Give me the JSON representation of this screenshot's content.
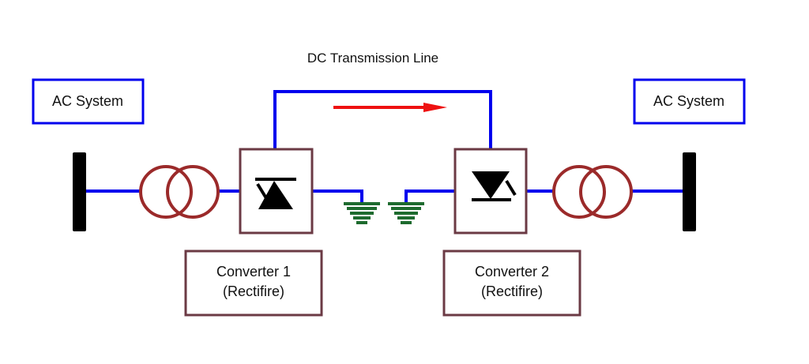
{
  "title": "DC Transmission Line",
  "ac_left": {
    "label": "AC System"
  },
  "ac_right": {
    "label": "AC System"
  },
  "converter_1": {
    "line1": "Converter 1",
    "line2": "(Rectifire)"
  },
  "converter_2": {
    "line1": "Converter 2",
    "line2": "(Rectifire)"
  },
  "colors": {
    "line": "#0000ee",
    "busbar": "#000000",
    "transformer": "#9b2a2a",
    "converter_border": "#6b3a44",
    "ground": "#1e6b2f",
    "arrow": "#ee1111"
  },
  "icons": {
    "busbar": "busbar-icon",
    "transformer": "transformer-icon",
    "thyristor": "thyristor-icon",
    "ground": "ground-icon",
    "flow_arrow": "power-flow-arrow-icon"
  }
}
